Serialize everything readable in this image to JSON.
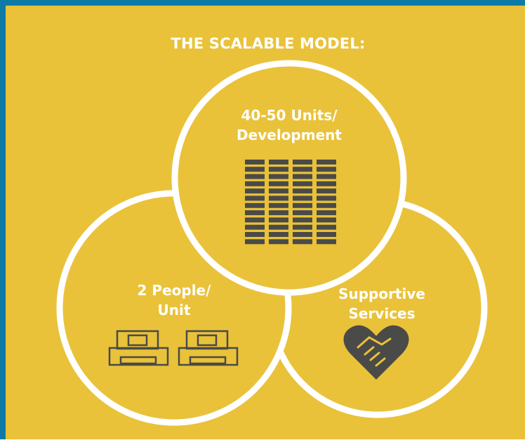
{
  "colors": {
    "background": "#e9c23a",
    "border": "#0f7aa6",
    "outline": "#ffffff",
    "icon": "#4a4a48"
  },
  "title": "THE SCALABLE MODEL:",
  "circles": [
    {
      "lines": [
        "40-50 Units/",
        "Development"
      ],
      "icon": "building-grid-icon"
    },
    {
      "lines": [
        "2 People/",
        "Unit"
      ],
      "icon": "beds-icon"
    },
    {
      "lines": [
        "Supportive",
        "Services"
      ],
      "icon": "heart-handshake-icon"
    }
  ]
}
